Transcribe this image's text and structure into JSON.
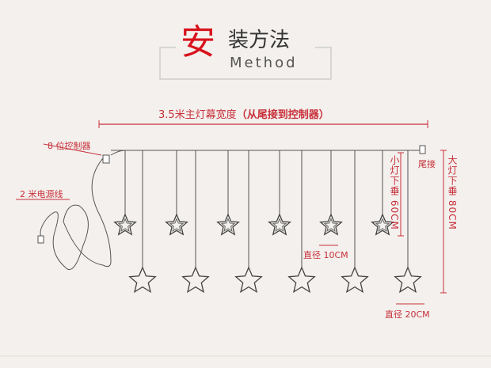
{
  "header": {
    "title_first_char": "安",
    "title_rest": "装方法",
    "title_en": "Method"
  },
  "dimension": {
    "width_text": "3.5米主灯幕宽度",
    "width_note": "（从尾接到控制器）"
  },
  "labels": {
    "controller": "8 位控制器",
    "power_cord": "2 米电源线",
    "tail_connector": "尾接",
    "small_drop": "小灯下垂 60CM",
    "large_drop": "大灯下垂 80CM",
    "small_diameter": "直径 10CM",
    "large_diameter": "直径 20CM"
  },
  "stars": {
    "small_count": 6,
    "large_count": 6
  },
  "colors": {
    "accent": "#d8121c",
    "dim": "#c8303a",
    "line": "#555555"
  }
}
